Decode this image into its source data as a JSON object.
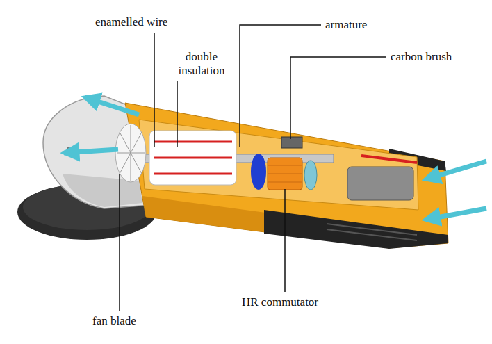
{
  "diagram": {
    "labels": [
      "enamelled wire",
      "double insulation",
      "armature",
      "carbon brush",
      "HR commutator",
      "fan blade"
    ]
  }
}
